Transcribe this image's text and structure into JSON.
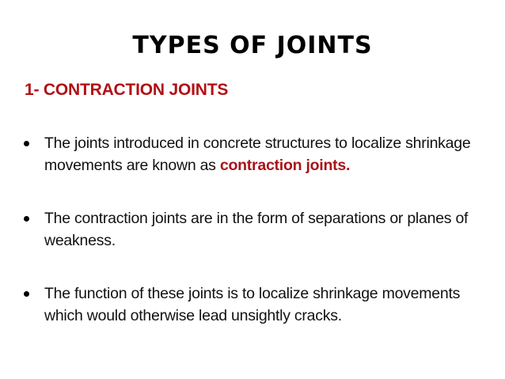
{
  "slide": {
    "title": "TYPES OF JOINTS",
    "section_heading": "1- CONTRACTION JOINTS",
    "bullets": [
      {
        "text_plain": "The joints introduced in concrete structures to localize shrinkage movements are known as contraction joints.",
        "lead": "The joints introduced in concrete structures to localize shrinkage movements are known as ",
        "emphasis": "contraction joints.",
        "tail": ""
      },
      {
        "text_plain": "The contraction joints are in the form of separations or planes of weakness.",
        "lead": "The contraction joints are in the form of separations or planes of weakness.",
        "emphasis": "",
        "tail": ""
      },
      {
        "text_plain": "The function of these joints is to localize shrinkage movements which would otherwise lead unsightly cracks.",
        "lead": "The function of these joints is to localize shrinkage movements which would otherwise lead unsightly cracks.",
        "emphasis": "",
        "tail": ""
      }
    ],
    "bullet_marker": "bullet-dot-icon",
    "colors": {
      "background": "#FFFFFF",
      "title_text": "#000000",
      "heading_red": "#B01116",
      "emphasis_red": "#A8141A",
      "body_text": "#111111"
    }
  }
}
